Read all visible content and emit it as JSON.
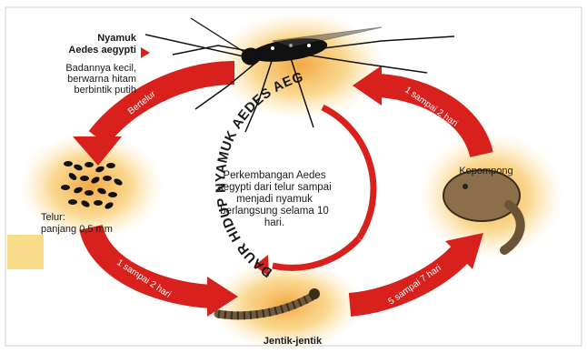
{
  "diagram": {
    "title": "DAUR HIDUP NYAMUK AEDES AEGYPTI",
    "center_text": [
      "Perkembangan Aedes",
      "aegypti dari telur sampai",
      "menjadi nyamuk",
      "berlangsung selama 10",
      "hari."
    ],
    "stages": {
      "mosquito": {
        "name_line1": "Nyamuk",
        "name_line2": "Aedes aegypti",
        "desc_line1": "Badannya kecil,",
        "desc_line2": "berwarna  hitam",
        "desc_line3": "berbintik putih"
      },
      "egg": {
        "label_line1": "Telur:",
        "label_line2": "panjang 0,5 mm"
      },
      "larva": {
        "label": "Jentik-jentik"
      },
      "pupa": {
        "label": "Kepompong"
      }
    },
    "arrows": {
      "mosquito_to_egg": "Bertelur",
      "egg_to_larva": "1 sampai 2 hari",
      "larva_to_pupa": "5 sampai 7 hari",
      "pupa_to_mosquito": "1 sampai 2 hari"
    },
    "colors": {
      "arrow_red": "#d8201c",
      "glow_orange": "#f2a23a",
      "glow_yellow": "#f8d27a",
      "text_dark": "#1a1a1a"
    }
  }
}
